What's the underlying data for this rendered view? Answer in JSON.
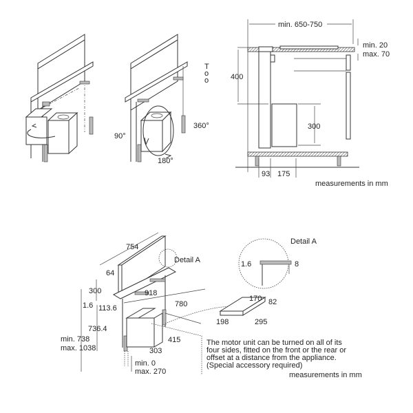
{
  "top_left": {
    "angle_90": "90°",
    "angle_360": "360°",
    "angle_180": "180°",
    "side_marks": [
      "T",
      "o",
      "o"
    ]
  },
  "top_right": {
    "width": "min. 650-750",
    "worktop_min": "min. 20",
    "worktop_max": "max. 70",
    "height_400": "400",
    "height_300": "300",
    "offset_93": "93",
    "offset_175": "175",
    "units": "measurements in mm"
  },
  "bottom": {
    "width_754": "754",
    "detail_ref": "Detail A",
    "depth_64": "64",
    "height_300": "300",
    "width_918": "918",
    "thickness_1_6": "1.6",
    "dim_113_6": "113.6",
    "depth_780": "780",
    "height_736_4": "736.4",
    "total_min": "min. 738",
    "total_max": "max. 1038",
    "motor_415": "415",
    "motor_303": "303",
    "gap_min": "min. 0",
    "gap_max": "max. 270",
    "detail": {
      "title": "Detail A",
      "dim_1_6": "1.6",
      "dim_8": "8"
    },
    "cutout": {
      "dim_170": "170",
      "dim_82": "82",
      "dim_198": "198",
      "dim_295": "295"
    },
    "note_lines": [
      "The motor unit can be turned on all of its",
      "four sides, fitted on the front or the rear or",
      "offset at a distance from the appliance.",
      "(Special accessory required)"
    ],
    "units": "measurements in mm"
  }
}
